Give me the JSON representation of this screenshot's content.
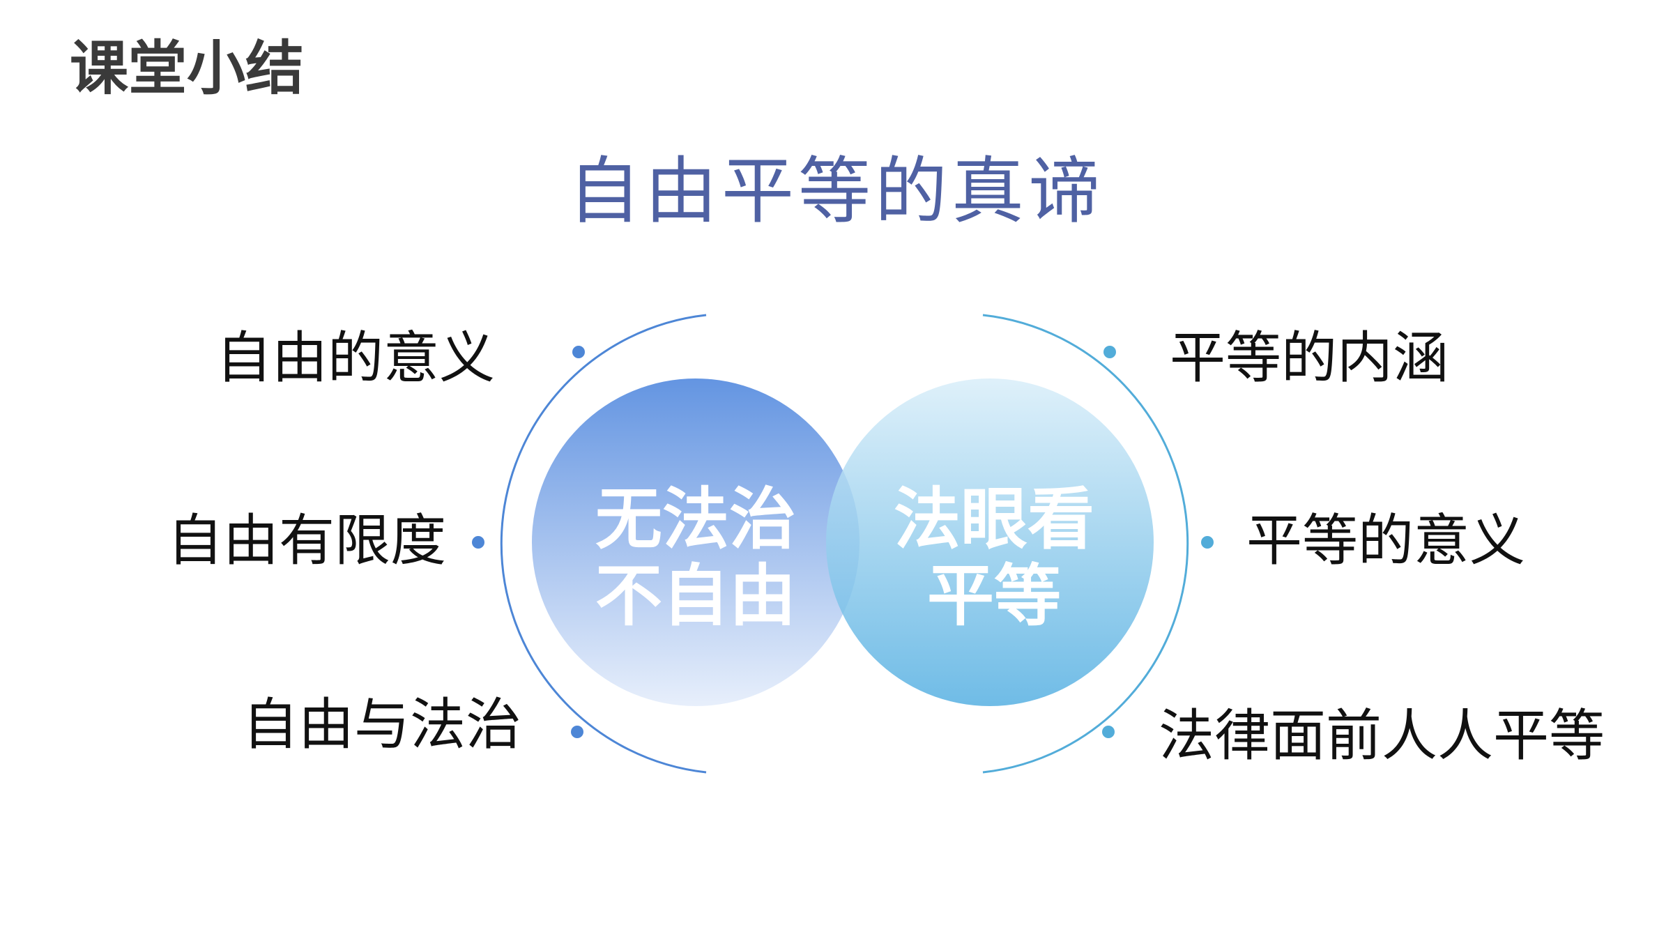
{
  "heading": "课堂小结",
  "title": "自由平等的真谛",
  "left_circle": {
    "line1": "无法治",
    "line2": "不自由"
  },
  "right_circle": {
    "line1": "法眼看",
    "line2": "平等"
  },
  "left_items": [
    "自由的意义",
    "自由有限度",
    "自由与法治"
  ],
  "right_items": [
    "平等的内涵",
    "平等的意义",
    "法律面前人人平等"
  ],
  "colors": {
    "title": "#4f61a3",
    "heading": "#3a3a3a",
    "left_circle_top": "#5b8fe0",
    "left_circle_bottom": "#e6eefb",
    "right_circle_top": "#d9eef9",
    "right_circle_bottom": "#56b0e2",
    "left_arc": "#4d86d6",
    "right_arc": "#52acd9"
  }
}
